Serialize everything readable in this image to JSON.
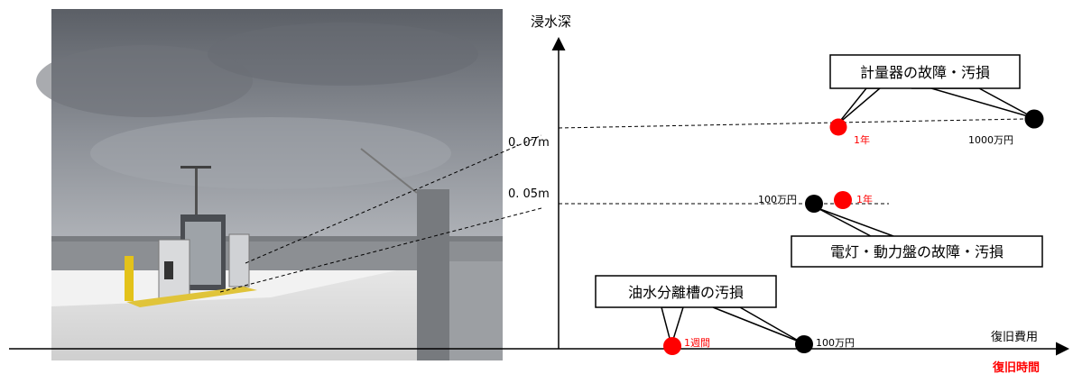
{
  "axes": {
    "y_label": "浸水深",
    "x_label_cost": "復旧費用",
    "x_label_time": "復旧時間"
  },
  "levels": {
    "high": "0. 07m",
    "mid": "0. 05m"
  },
  "callouts": {
    "meter": "計量器の故障・汚損",
    "lighting": "電灯・動力盤の故障・汚損",
    "separator": "油水分離槽の汚損"
  },
  "points": {
    "meter_time": "1年",
    "meter_cost": "1000万円",
    "lighting_cost": "100万円",
    "lighting_time": "1年",
    "separator_time": "1週間",
    "separator_cost": "100万円"
  },
  "colors": {
    "time_marker": "#ff0000",
    "cost_marker": "#000000",
    "axis": "#000000"
  },
  "photo": {
    "description_icon": "fuel-dispenser-photo"
  }
}
